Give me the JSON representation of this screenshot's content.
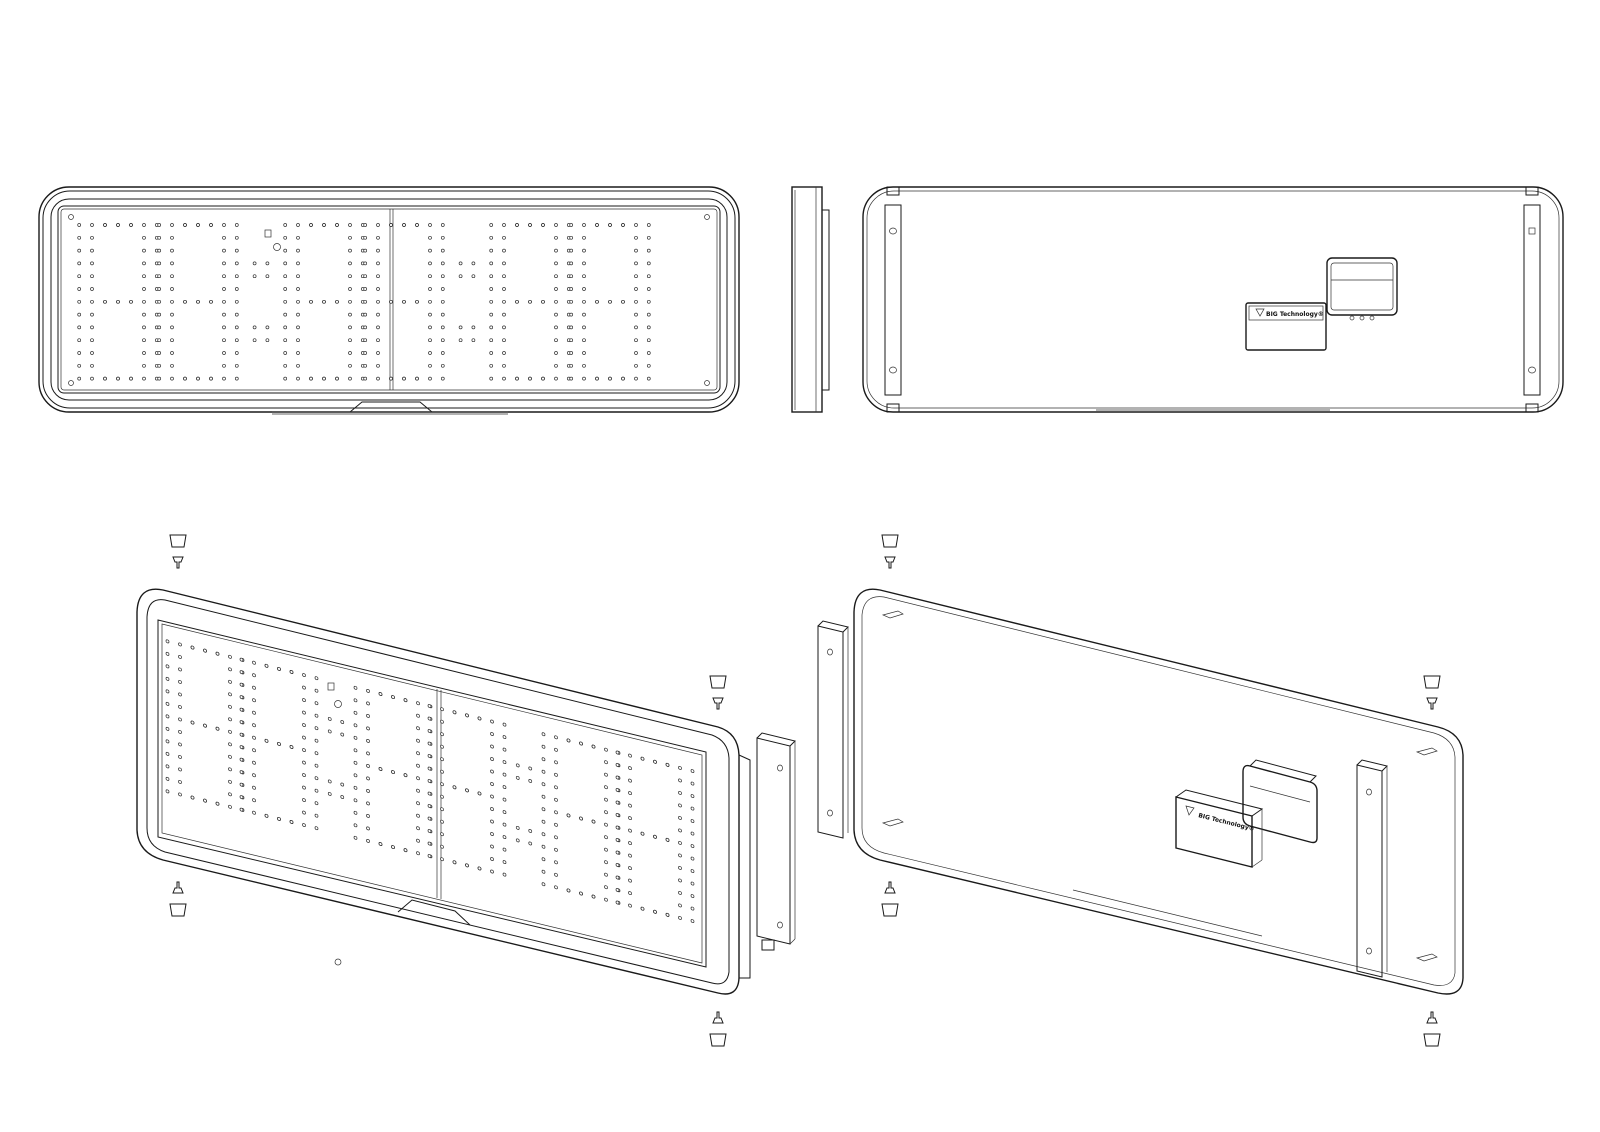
{
  "drawing": {
    "views": [
      "front-view",
      "side-view",
      "rear-view",
      "front-isometric-exploded",
      "rear-isometric-exploded"
    ]
  },
  "display": {
    "digit_pattern": [
      "8",
      "8",
      ":",
      "8",
      "8",
      ":",
      "8",
      "8"
    ],
    "dot_grid": {
      "cols": 5,
      "rows": 13
    }
  },
  "control_box": {
    "logo_text": "BIG Technology®"
  },
  "colors": {
    "line": "#1a1a1a",
    "background": "#ffffff"
  }
}
